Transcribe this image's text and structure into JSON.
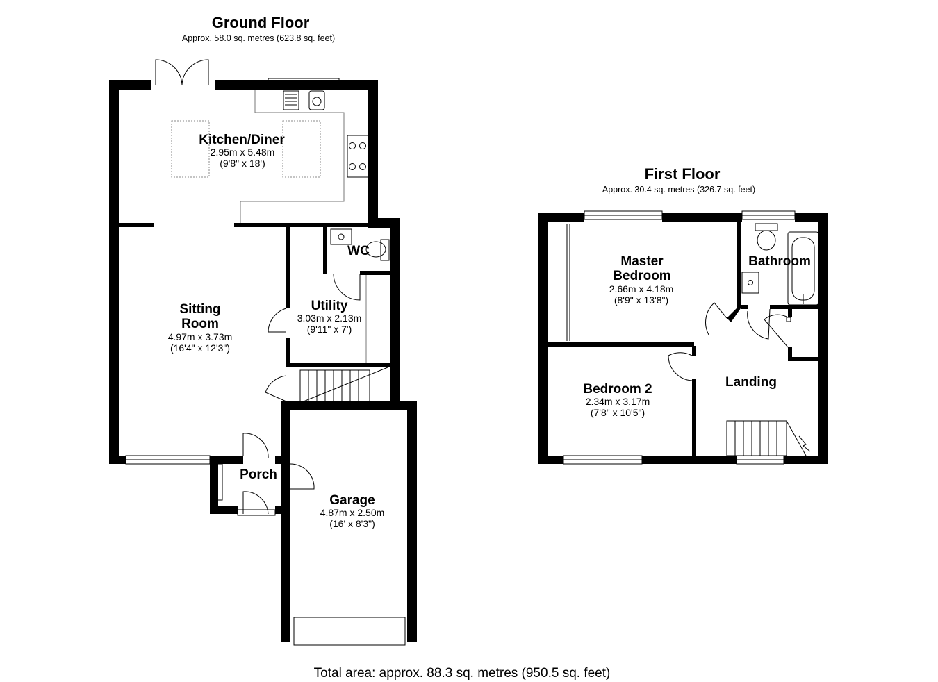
{
  "ground_floor": {
    "title": "Ground Floor",
    "area": "Approx. 58.0 sq. metres (623.8 sq. feet)",
    "rooms": {
      "kitchen": {
        "name": "Kitchen/Diner",
        "dim_m": "2.95m x 5.48m",
        "dim_ft": "(9'8\" x 18')"
      },
      "sitting": {
        "name_l1": "Sitting",
        "name_l2": "Room",
        "dim_m": "4.97m x 3.73m",
        "dim_ft": "(16'4\" x 12'3\")"
      },
      "utility": {
        "name": "Utility",
        "dim_m": "3.03m x 2.13m",
        "dim_ft": "(9'11\" x 7')"
      },
      "wc": {
        "name": "WC"
      },
      "porch": {
        "name": "Porch"
      },
      "garage": {
        "name": "Garage",
        "dim_m": "4.87m x 2.50m",
        "dim_ft": "(16' x 8'3\")"
      }
    }
  },
  "first_floor": {
    "title": "First Floor",
    "area": "Approx. 30.4 sq. metres (326.7 sq. feet)",
    "rooms": {
      "master": {
        "name_l1": "Master",
        "name_l2": "Bedroom",
        "dim_m": "2.66m x 4.18m",
        "dim_ft": "(8'9\" x 13'8\")"
      },
      "bathroom": {
        "name": "Bathroom"
      },
      "bedroom2": {
        "name": "Bedroom 2",
        "dim_m": "2.34m x 3.17m",
        "dim_ft": "(7'8\" x 10'5\")"
      },
      "landing": {
        "name": "Landing"
      }
    }
  },
  "total_area": "Total area: approx. 88.3 sq. metres (950.5 sq. feet)"
}
